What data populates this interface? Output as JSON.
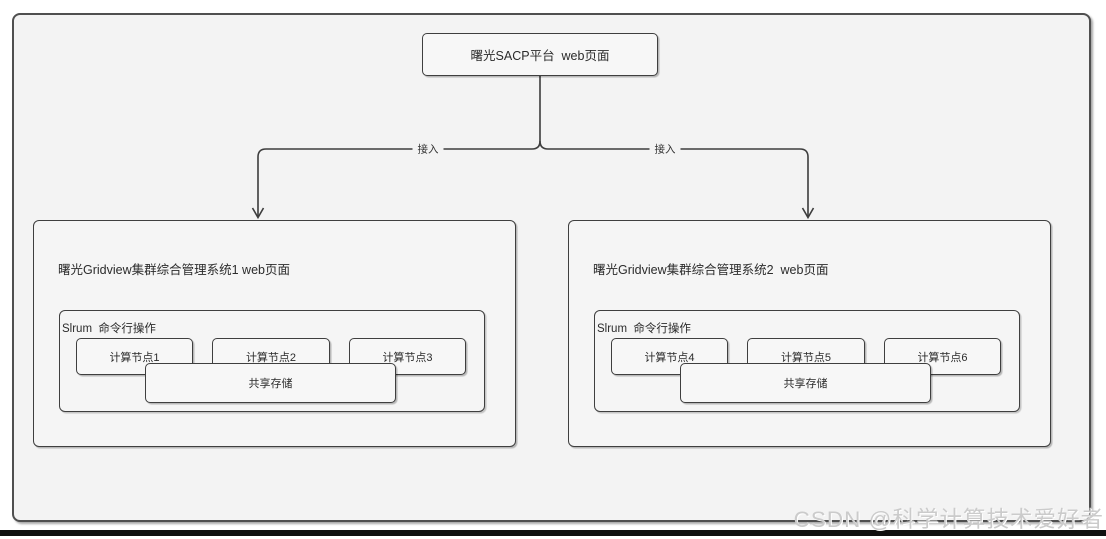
{
  "diagram": {
    "root": {
      "label": "曙光SACP平台  web页面"
    },
    "edge_labels": {
      "left": "接入",
      "right": "接入"
    },
    "clusters": [
      {
        "title": "曙光Gridview集群综合管理系统1 web页面",
        "group_label": "Slrum  命令行操作",
        "nodes": [
          "计算节点1",
          "计算节点2",
          "计算节点3"
        ],
        "storage": "共享存储"
      },
      {
        "title": "曙光Gridview集群综合管理系统2  web页面",
        "group_label": "Slrum  命令行操作",
        "nodes": [
          "计算节点4",
          "计算节点5",
          "计算节点6"
        ],
        "storage": "共享存储"
      }
    ]
  },
  "watermark": "CSDN @科学计算技术爱好者",
  "colors": {
    "frame_fill": "#f3f3f3",
    "box_fill": "#f7f7f7",
    "border": "#3f3f3f",
    "text": "#2b2b2b",
    "watermark": "#cbcbcb",
    "bottom_bar": "#101010"
  }
}
